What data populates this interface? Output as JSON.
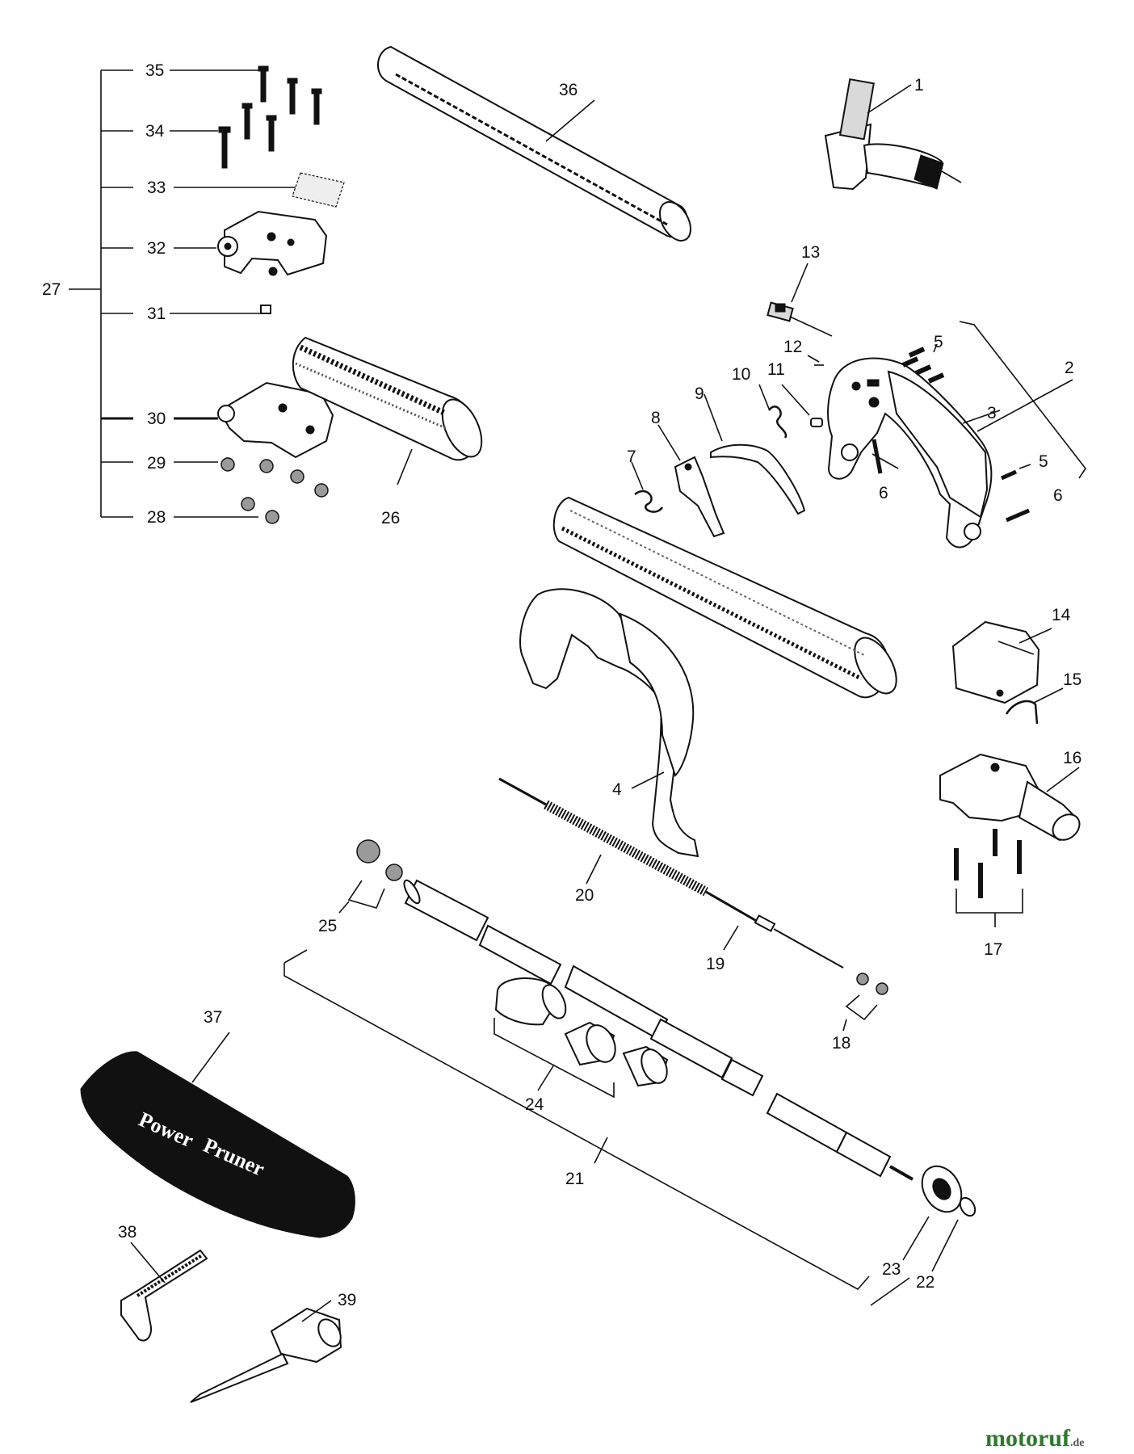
{
  "diagram": {
    "callouts": [
      "1",
      "2",
      "3",
      "4",
      "5",
      "5",
      "6",
      "6",
      "7",
      "8",
      "9",
      "10",
      "11",
      "12",
      "13",
      "14",
      "15",
      "16",
      "17",
      "18",
      "19",
      "20",
      "21",
      "22",
      "23",
      "24",
      "25",
      "26",
      "27",
      "28",
      "29",
      "30",
      "31",
      "32",
      "33",
      "34",
      "35",
      "36",
      "37",
      "38",
      "39"
    ]
  },
  "sheath": {
    "brand_line1": "Power",
    "brand_line2": "Pruner"
  },
  "watermark": {
    "text_main": "motoruf",
    "text_suffix": ".de",
    "colors": {
      "m": "#c0392b",
      "o1": "#e67e22",
      "t": "#f1c40f",
      "o2": "#27ae60",
      "r": "#2980b9",
      "u": "#8e44ad",
      "f": "#16a085"
    }
  }
}
